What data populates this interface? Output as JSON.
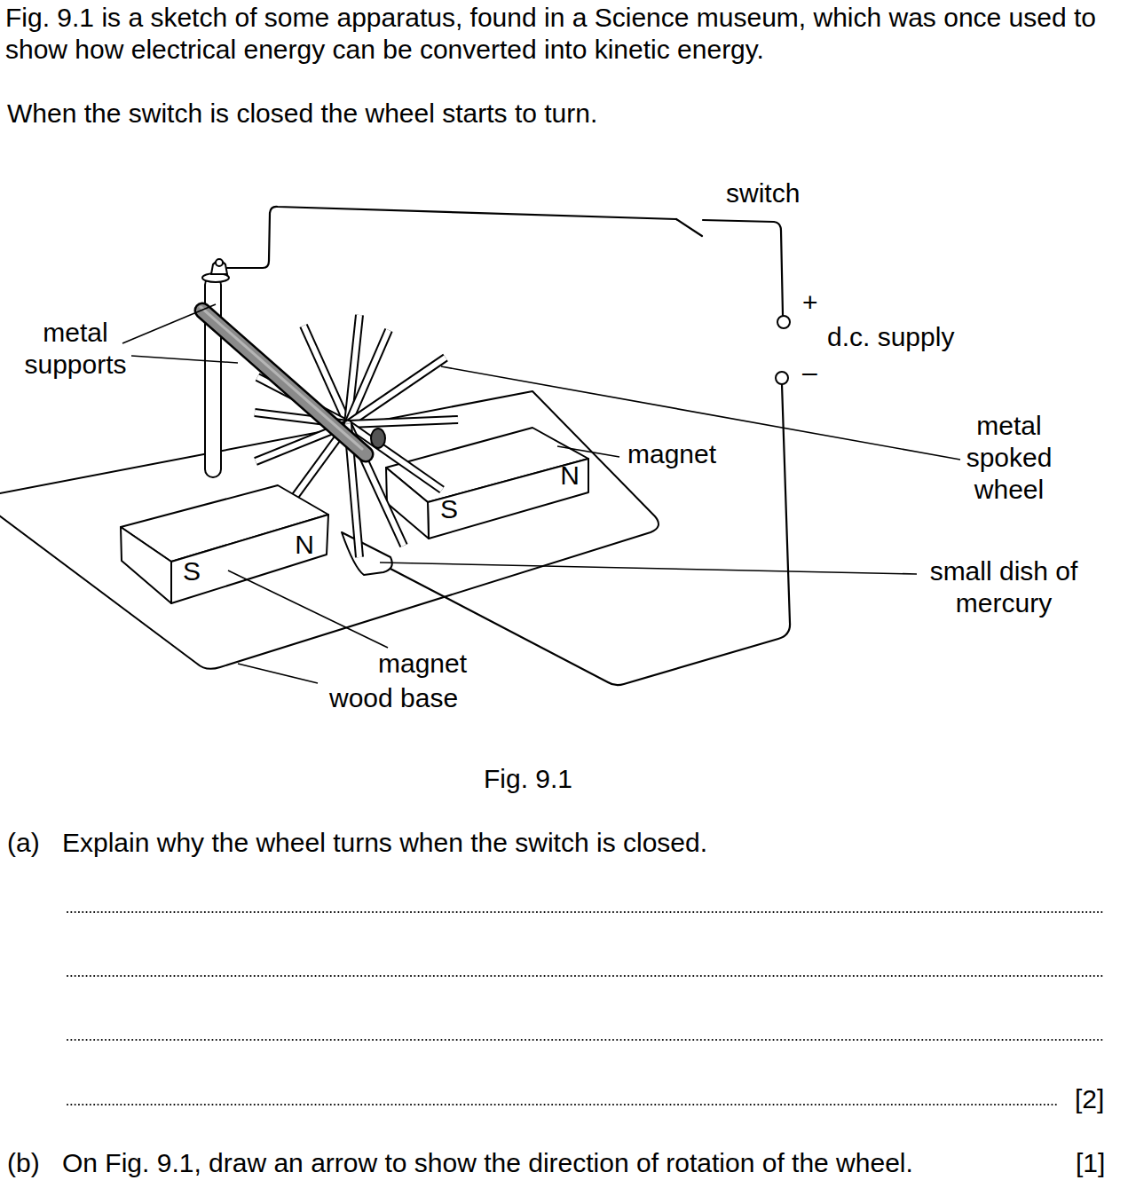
{
  "diagram": {
    "caption": "Fig. 9.1",
    "nodes": [
      {
        "text": [
          "S",
          "N"
        ]
      },
      {
        "text": [
          "S",
          "N"
        ]
      }
    ],
    "labels": [
      "Fig. 9.1 is a sketch of some apparatus, found in a Science museum, which was once used to show how electrical energy can be converted into kinetic energy.",
      "When the switch is closed the wheel starts to turn.",
      "switch",
      "+",
      "d.c. supply",
      "metal supports",
      "–",
      "metal spoked wheel",
      "magnet",
      "small dish of mercury",
      "magnet",
      "wood base",
      "(a)",
      "Explain why the wheel turns when the switch is closed.",
      "[2]",
      "(b)",
      "On Fig. 9.1, draw an arrow to show the direction of rotation of the wheel.",
      "[1]"
    ]
  }
}
